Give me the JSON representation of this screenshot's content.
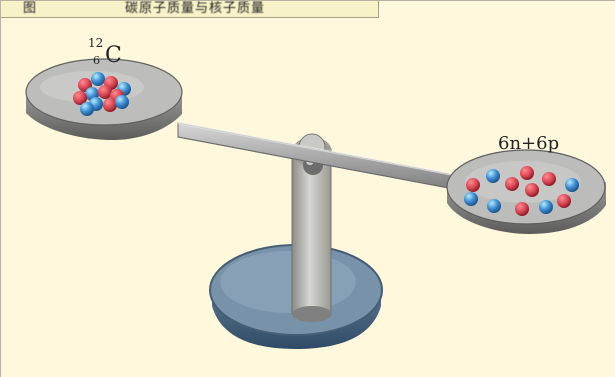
{
  "caption": {
    "prefix": "图",
    "text": "碳原子质量与核子质量"
  },
  "nucleus_label": {
    "mass_number": "12",
    "atomic_number": "6",
    "symbol": "C"
  },
  "nucleon_label": {
    "text": "6n+6p"
  },
  "colors": {
    "proton": "#d94653",
    "neutron": "#3f8fd4",
    "pan_top": "#b7b7b5",
    "pan_side": "#8f8f8d",
    "base_top": "#7790a6",
    "base_side": "#55708a",
    "background": "#fff8dc"
  }
}
